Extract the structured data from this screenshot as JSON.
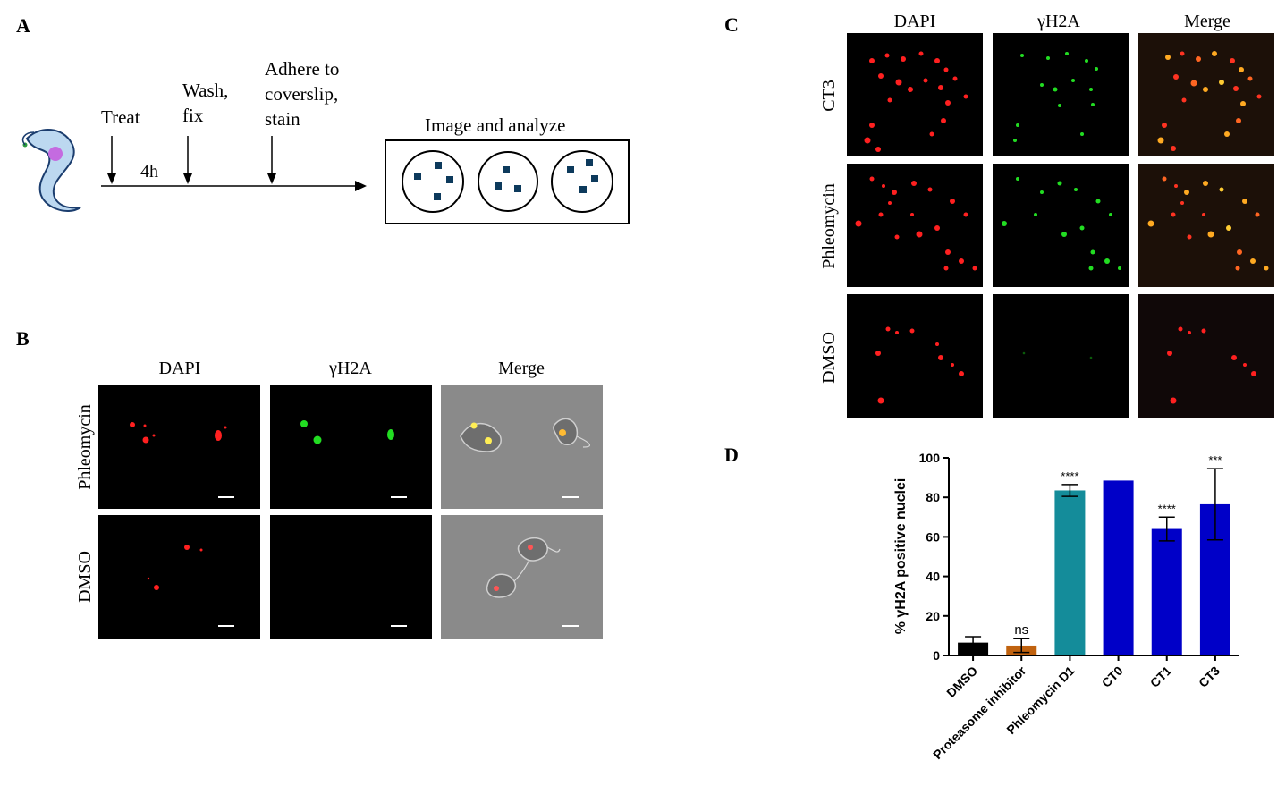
{
  "panel_a": {
    "label": "A",
    "steps": [
      "Treat",
      "Wash,",
      "fix",
      "Adhere to",
      "coverslip,",
      "stain"
    ],
    "duration": "4h",
    "box_title": "Image and analyze"
  },
  "panel_b": {
    "label": "B",
    "columns": [
      "DAPI",
      "γH2A",
      "Merge"
    ],
    "rows": [
      "Phleomycin",
      "DMSO"
    ]
  },
  "panel_c": {
    "label": "C",
    "columns": [
      "DAPI",
      "γH2A",
      "Merge"
    ],
    "rows": [
      "CT3",
      "Phleomycin",
      "DMSO"
    ]
  },
  "panel_d": {
    "label": "D"
  },
  "colors": {
    "dmso": "#000000",
    "proteasome": "#c0620f",
    "phleomycin": "#148c9a",
    "ct": "#0000c8",
    "nuclei_red": "#ff2020",
    "nuclei_green": "#22dd22",
    "merge_yellow": "#ffbb33",
    "arrow": "#0d3a5c"
  },
  "chart_data": {
    "type": "bar",
    "title": "",
    "xlabel": "",
    "ylabel": "% γH2A positive nuclei",
    "ylim": [
      0,
      100
    ],
    "yticks": [
      0,
      20,
      40,
      60,
      80,
      100
    ],
    "categories": [
      "DMSO",
      "Proteasome inhibitor",
      "Phleomycin D1",
      "CT0",
      "CT1",
      "CT3"
    ],
    "values": [
      6.5,
      5,
      83.5,
      88.5,
      64,
      76.5
    ],
    "errors": [
      3,
      3.5,
      3,
      0,
      6,
      18
    ],
    "annotations": [
      "",
      "ns",
      "****",
      "",
      "****",
      "***"
    ],
    "bar_colors": [
      "#000000",
      "#c0620f",
      "#148c9a",
      "#0000c8",
      "#0000c8",
      "#0000c8"
    ]
  }
}
